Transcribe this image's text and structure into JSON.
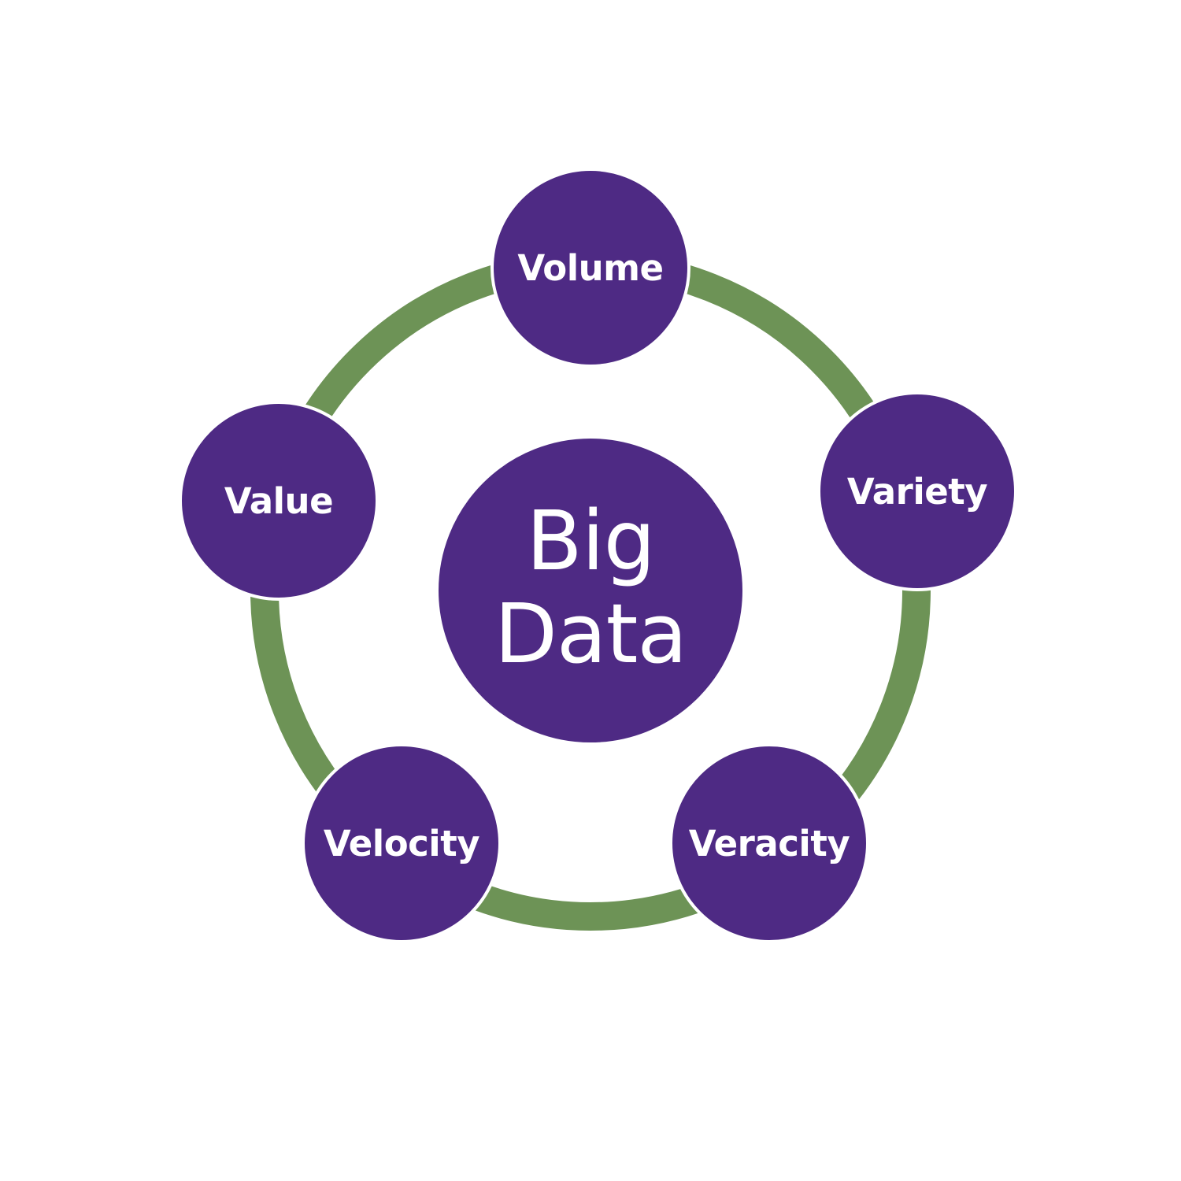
{
  "colors": {
    "node_fill": "#4e2a84",
    "ring": "#6d9356",
    "text": "#ffffff",
    "background": "#ffffff"
  },
  "center": {
    "label": "Big\nData"
  },
  "nodes": [
    {
      "id": "volume",
      "label": "Volume"
    },
    {
      "id": "variety",
      "label": "Variety"
    },
    {
      "id": "veracity",
      "label": "Veracity"
    },
    {
      "id": "velocity",
      "label": "Velocity"
    },
    {
      "id": "value",
      "label": "Value"
    }
  ]
}
